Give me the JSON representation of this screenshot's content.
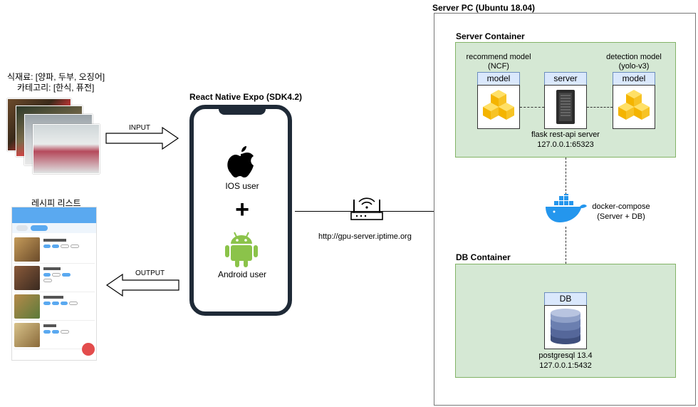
{
  "input_area": {
    "line1": "식재료: [양파, 두부, 오징어]",
    "line2": "카테고리: [한식, 퓨전]",
    "arrow_label": "INPUT"
  },
  "output_area": {
    "title": "레시피 리스트",
    "arrow_label": "OUTPUT"
  },
  "phone": {
    "title": "React Native Expo (SDK4.2)",
    "ios_label": "IOS user",
    "plus": "+",
    "android_label": "Android user"
  },
  "router": {
    "url": "http://gpu-server.iptime.org"
  },
  "server_pc": {
    "title": "Server PC (Ubuntu 18.04)",
    "server_container": {
      "title": "Server Container",
      "recommend_title": "recommend model",
      "recommend_sub": "(NCF)",
      "detection_title": "detection model",
      "detection_sub": "(yolo-v3)",
      "model_label_left": "model",
      "server_label": "server",
      "model_label_right": "model",
      "flask_line1": "flask rest-api server",
      "flask_line2": "127.0.0.1:65323"
    },
    "docker": {
      "line1": "docker-compose",
      "line2": "(Server + DB)"
    },
    "db_container": {
      "title": "DB Container",
      "db_label": "DB",
      "postgres_line1": "postgresql 13.4",
      "postgres_line2": "127.0.0.1:5432"
    }
  },
  "colors": {
    "container_fill": "#d5e8d4",
    "container_border": "#82b366",
    "label_fill": "#dae8fc",
    "label_border": "#6c8ebf",
    "phone_frame": "#1f2a37",
    "android_green": "#8bc34a",
    "docker_blue": "#2496ed",
    "cube_yellow": "#f7c325",
    "db_blue": "#6b7fb0"
  }
}
